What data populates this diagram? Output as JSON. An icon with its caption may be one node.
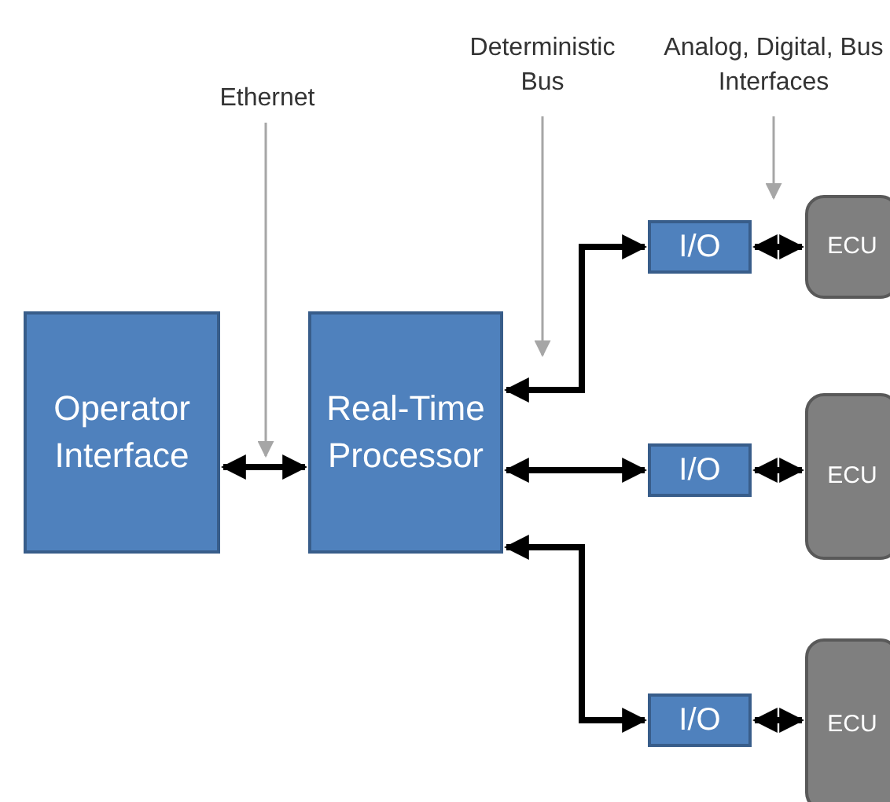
{
  "diagram": {
    "nodes": [
      {
        "text": [
          "Operator Interface"
        ]
      },
      {
        "text": [
          "Real-Time Processor"
        ]
      },
      {
        "text": [
          "I/O"
        ]
      },
      {
        "text": [
          "ECU"
        ]
      },
      {
        "text": [
          "I/O"
        ]
      },
      {
        "text": [
          "ECU"
        ]
      },
      {
        "text": [
          "I/O"
        ]
      },
      {
        "text": [
          "ECU"
        ]
      },
      {
        "text": [
          "Ethernet"
        ]
      },
      {
        "text": [
          "Deterministic Bus"
        ]
      },
      {
        "text": [
          "Analog, Digital, Bus Interfaces"
        ]
      }
    ],
    "edges": [
      {
        "from": 0,
        "to": 1,
        "arrow": "both"
      },
      {
        "from": 1,
        "to": 2,
        "arrow": "both"
      },
      {
        "from": 2,
        "to": 3,
        "arrow": "both"
      },
      {
        "from": 1,
        "to": 4,
        "arrow": "both"
      },
      {
        "from": 4,
        "to": 5,
        "arrow": "both"
      },
      {
        "from": 1,
        "to": 6,
        "arrow": "both"
      },
      {
        "from": 6,
        "to": 7,
        "arrow": "both"
      },
      {
        "from": 8,
        "to": null,
        "arrow": "to",
        "color": "#a6a6a6"
      },
      {
        "from": 9,
        "to": 1,
        "arrow": "to",
        "color": "#a6a6a6"
      },
      {
        "from": 10,
        "to": 2,
        "arrow": "to",
        "color": "#a6a6a6"
      }
    ]
  }
}
